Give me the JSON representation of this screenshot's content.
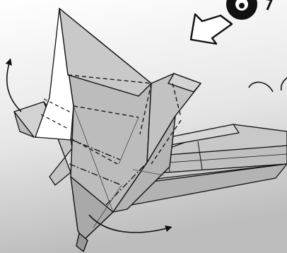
{
  "diagram": {
    "type": "origami-folding-instruction",
    "colors": {
      "paper_front": "#bdbdbd",
      "paper_mid": "#cfcfcf",
      "paper_light": "#e2e2e2",
      "paper_white": "#ffffff",
      "background_top": "#ffffff",
      "background_bottom": "#bcbcbc",
      "outline": "#111111",
      "fold_line": "#1a1a1a"
    },
    "icons": [
      "pleat-direction-arrow-icon",
      "eye-view-icon",
      "turn-over-arrow-icon",
      "fold-direction-arrow-icon"
    ],
    "line_styles": [
      "valley-fold-dashed",
      "mountain-fold-dash-dot",
      "crease-solid"
    ]
  }
}
